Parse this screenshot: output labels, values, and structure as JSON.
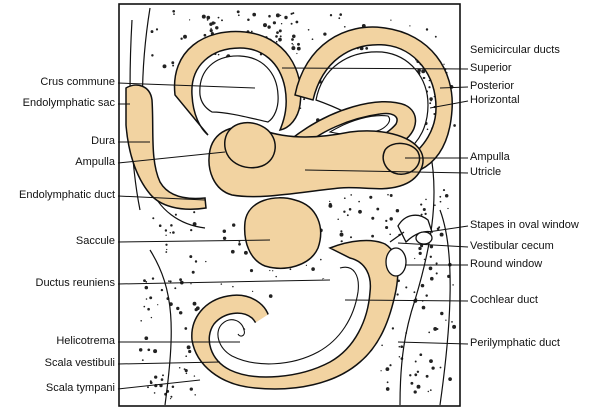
{
  "figure": {
    "fill_color": "#f2d3a1",
    "line_color": "#111111",
    "background_color": "#ffffff"
  },
  "labels_left": [
    {
      "key": "crus_commune",
      "text": "Crus commune"
    },
    {
      "key": "endolymphatic_sac",
      "text": "Endolymphatic sac"
    },
    {
      "key": "dura",
      "text": "Dura"
    },
    {
      "key": "ampulla_left",
      "text": "Ampulla"
    },
    {
      "key": "endolymphatic_duct",
      "text": "Endolymphatic duct"
    },
    {
      "key": "saccule",
      "text": "Saccule"
    },
    {
      "key": "ductus_reuniens",
      "text": "Ductus reuniens"
    },
    {
      "key": "helicotrema",
      "text": "Helicotrema"
    },
    {
      "key": "scala_vestibuli",
      "text": "Scala vestibuli"
    },
    {
      "key": "scala_tympani",
      "text": "Scala tympani"
    }
  ],
  "labels_right": [
    {
      "key": "semicircular_ducts",
      "text": "Semicircular ducts"
    },
    {
      "key": "superior",
      "text": "Superior"
    },
    {
      "key": "posterior",
      "text": "Posterior"
    },
    {
      "key": "horizontal",
      "text": "Horizontal"
    },
    {
      "key": "ampulla_right",
      "text": "Ampulla"
    },
    {
      "key": "utricle",
      "text": "Utricle"
    },
    {
      "key": "stapes_oval_window",
      "text": "Stapes in oval window"
    },
    {
      "key": "vestibular_cecum",
      "text": "Vestibular cecum"
    },
    {
      "key": "round_window",
      "text": "Round window"
    },
    {
      "key": "cochlear_duct",
      "text": "Cochlear duct"
    },
    {
      "key": "perilymphatic_duct",
      "text": "Perilymphatic duct"
    }
  ]
}
